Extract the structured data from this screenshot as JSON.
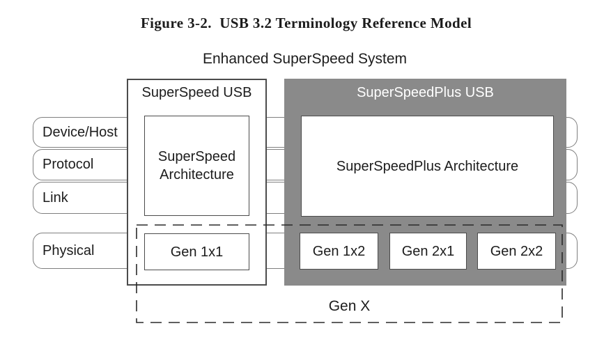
{
  "figure": {
    "title": "Figure 3-2.  USB 3.2 Terminology Reference Model",
    "subtitle": "Enhanced SuperSpeed System"
  },
  "layers": [
    {
      "label": "Device/Host"
    },
    {
      "label": "Protocol"
    },
    {
      "label": "Link"
    },
    {
      "label": "Physical"
    }
  ],
  "superspeed": {
    "title": "SuperSpeed USB",
    "architecture": "SuperSpeed Architecture",
    "gens": [
      {
        "label": "Gen 1x1"
      }
    ]
  },
  "superspeedplus": {
    "title": "SuperSpeedPlus USB",
    "architecture": "SuperSpeedPlus Architecture",
    "gens": [
      {
        "label": "Gen 1x2"
      },
      {
        "label": "Gen 2x1"
      },
      {
        "label": "Gen 2x2"
      }
    ]
  },
  "genx": {
    "label": "Gen X"
  },
  "colors": {
    "gray_fill": "#8a8a8a",
    "band_border": "#7f7f7f",
    "box_border": "#4b4b4b",
    "dash": "#2a2a2a",
    "text": "#1c1c1c",
    "plus_title_text": "#ffffff"
  }
}
